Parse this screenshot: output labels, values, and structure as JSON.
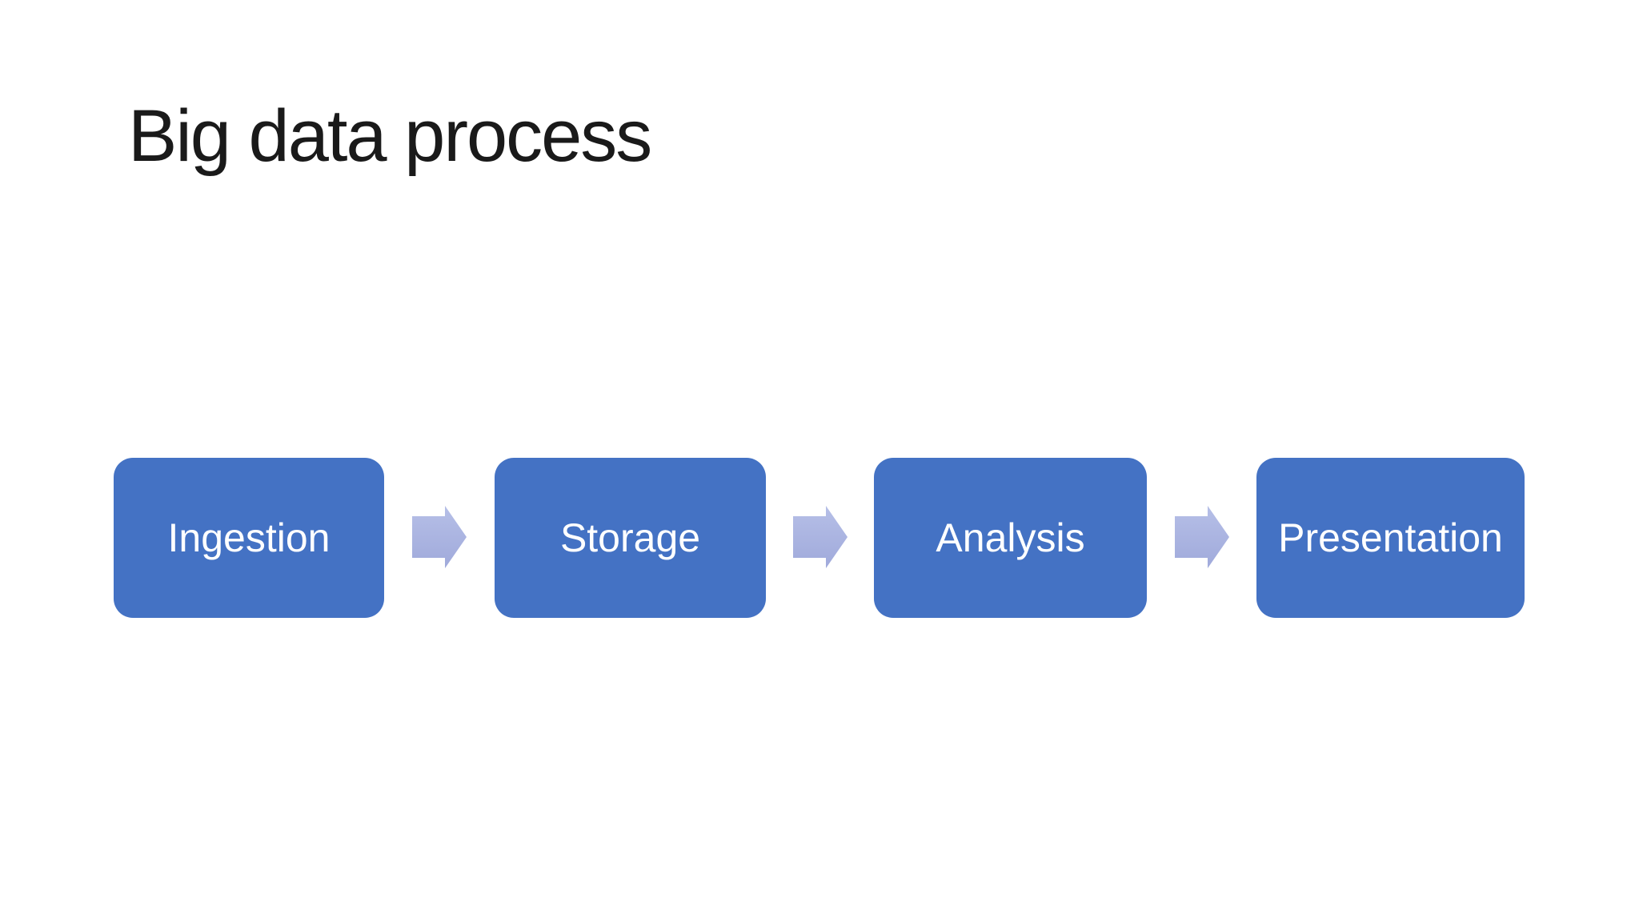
{
  "slide": {
    "title": "Big data process"
  },
  "theme": {
    "background": "#ffffff",
    "title_color": "#1a1a1a",
    "step_fill": "#4472c4",
    "step_text_color": "#ffffff",
    "arrow_fill_light": "#b6bfe7",
    "arrow_fill_dark": "#a0aadb"
  },
  "process": {
    "steps": [
      "Ingestion",
      "Storage",
      "Analysis",
      "Presentation"
    ],
    "connector_icon": "right-arrow"
  }
}
